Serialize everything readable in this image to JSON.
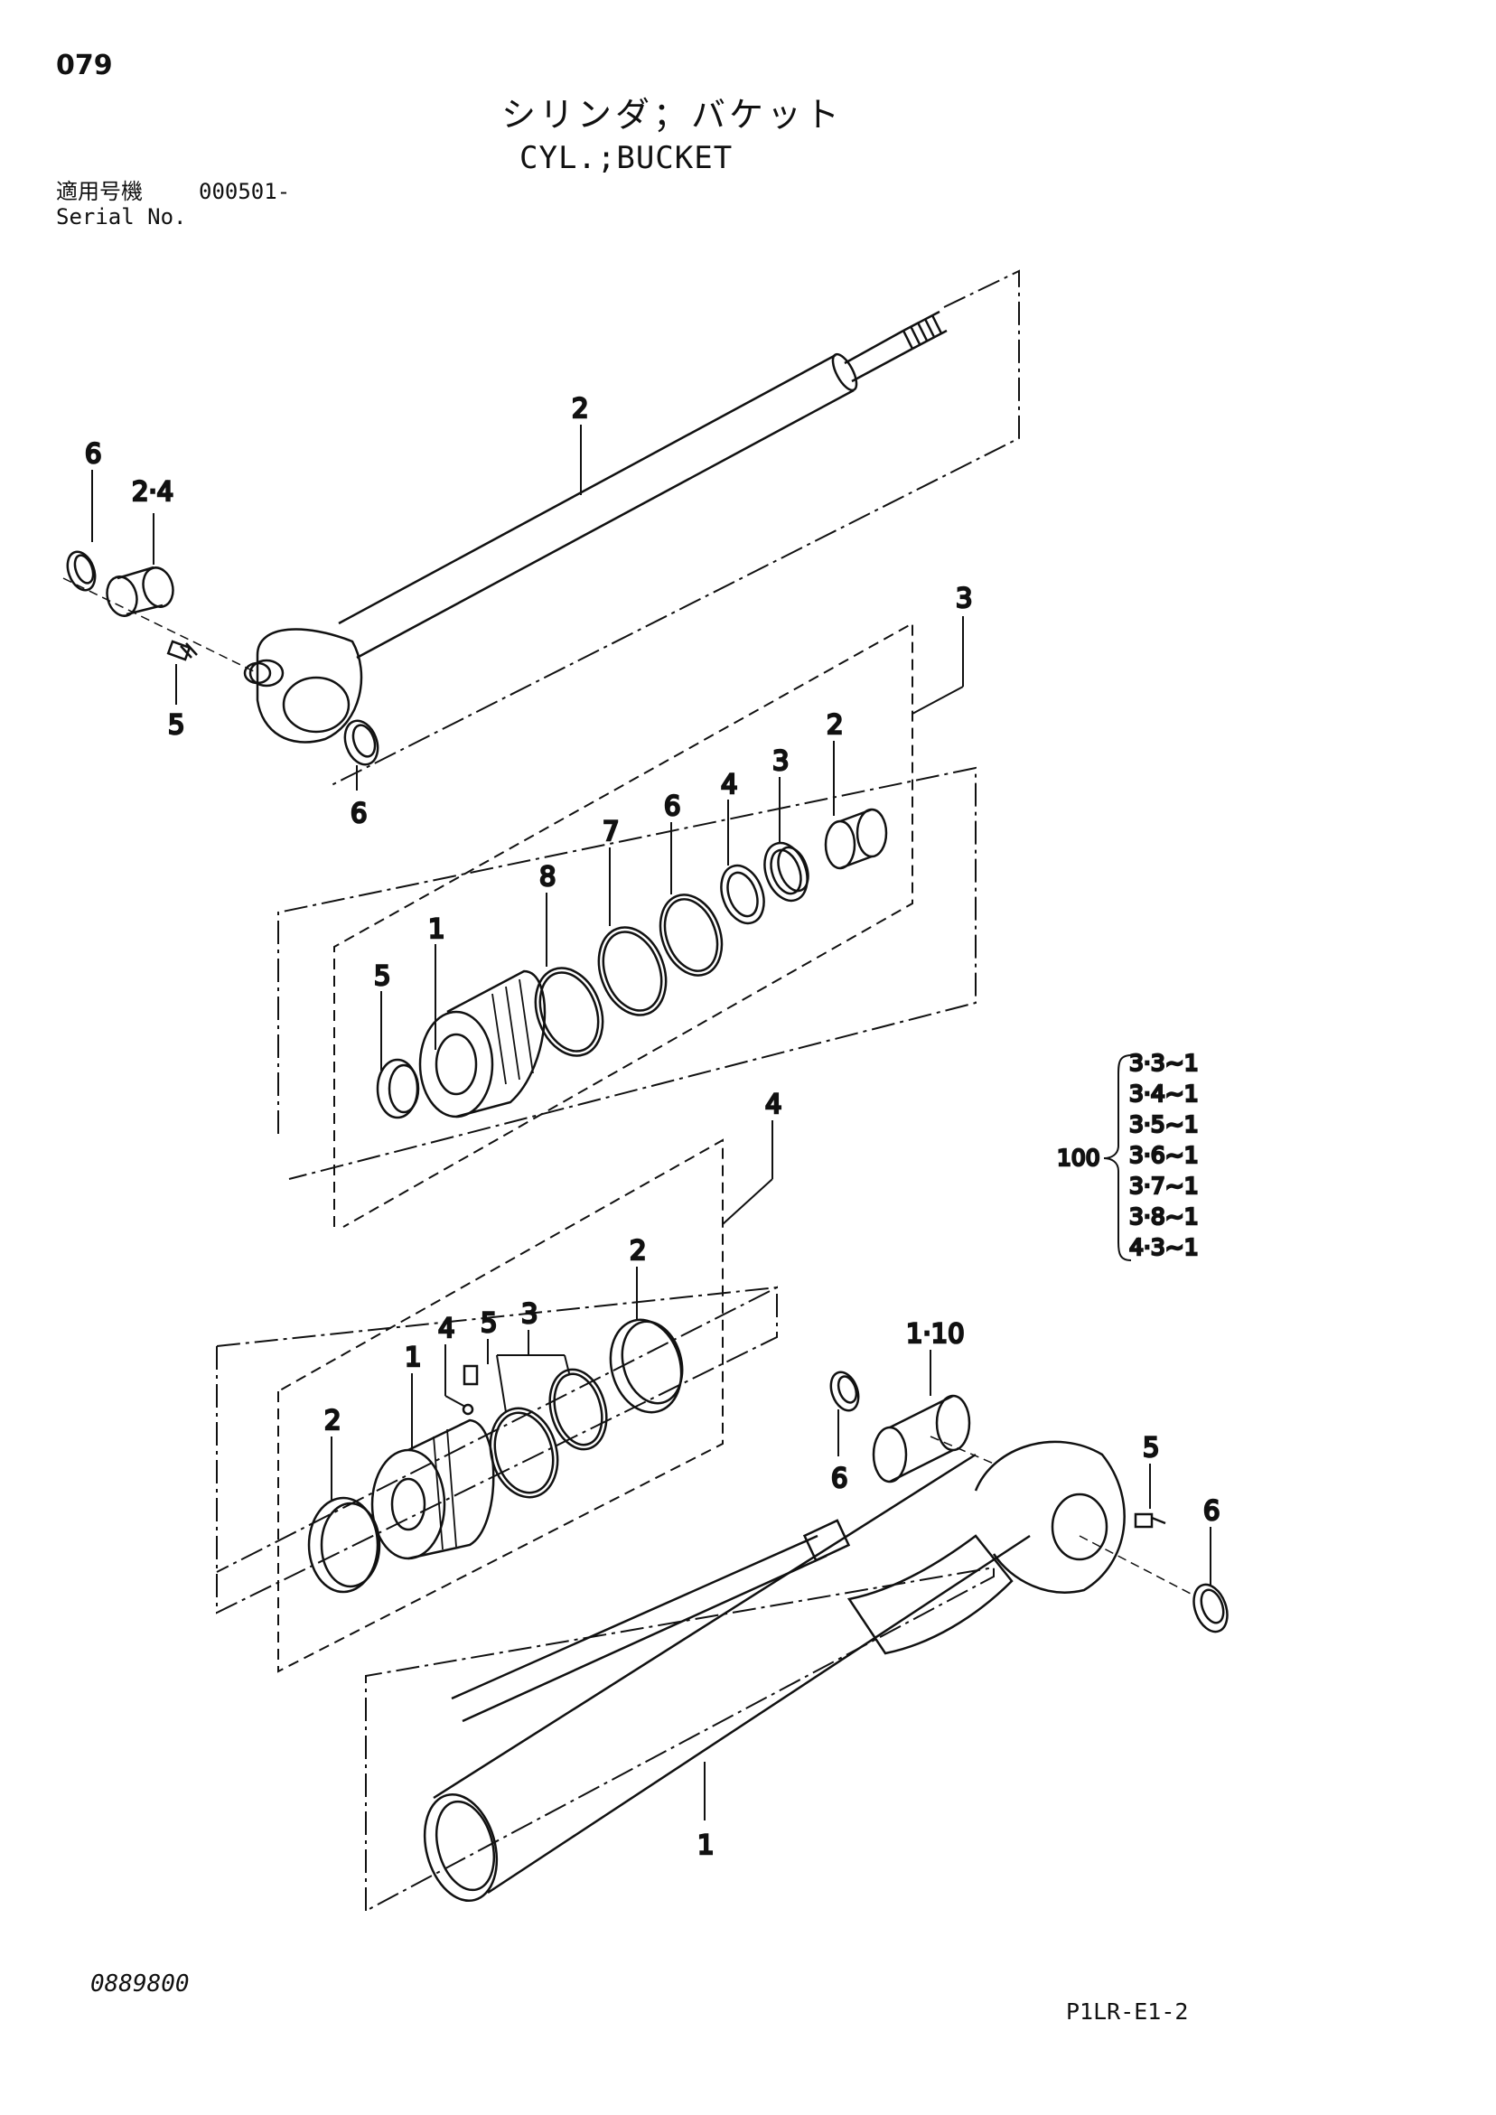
{
  "header": {
    "page_number": "079",
    "title_jp": "シリンダ；バケット",
    "title_en": "CYL.;BUCKET",
    "serial_label_jp": "適用号機",
    "serial_value": "000501-",
    "serial_label_en": "Serial No."
  },
  "callouts": {
    "rod": "2",
    "rod_bushing": "2·4",
    "rod_ring_left": "6",
    "rod_grease_fitting": "5",
    "rod_ring_right": "6",
    "head_assy": "3",
    "head_body": "1",
    "head_seal_5": "5",
    "head_ring_8": "8",
    "head_ring_7": "7",
    "head_ring_6": "6",
    "head_ring_4": "4",
    "head_ring_3": "3",
    "head_bushing_2": "2",
    "piston_assy": "4",
    "piston_body": "1",
    "piston_ring_2_left": "2",
    "piston_ball_4": "4",
    "piston_screw_5": "5",
    "piston_ring_3": "3",
    "piston_ring_2_right": "2",
    "tube": "1",
    "tube_bushing": "1·10",
    "tube_ring_left": "6",
    "tube_grease_fitting": "5",
    "tube_ring_right": "6"
  },
  "seal_kit": {
    "number": "100",
    "items": [
      "3·3~1",
      "3·4~1",
      "3·5~1",
      "3·6~1",
      "3·7~1",
      "3·8~1",
      "4·3~1"
    ]
  },
  "footer": {
    "drawing_number": "0889800",
    "sheet_code": "P1LR-E1-2"
  }
}
